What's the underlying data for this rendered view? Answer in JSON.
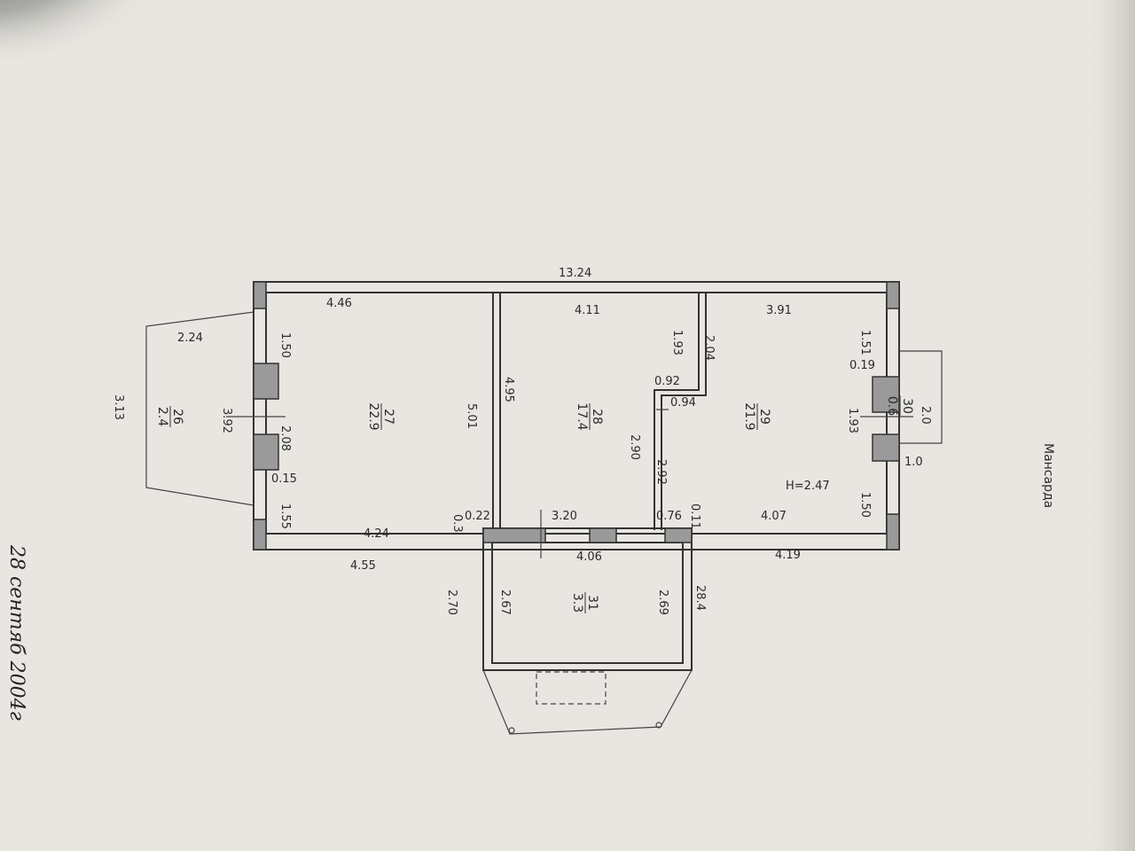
{
  "title": "Мансарда",
  "handwritten_date": "28 сентяб 2004г",
  "ceiling_height": "H=2.47",
  "rooms": [
    {
      "number": "26",
      "area": "2.4"
    },
    {
      "number": "27",
      "area": "22.9"
    },
    {
      "number": "28",
      "area": "17.4"
    },
    {
      "number": "29",
      "area": "21.9"
    },
    {
      "number": "30",
      "area": "0.6"
    },
    {
      "number": "31",
      "area": "3.3"
    }
  ],
  "dimensions": [
    "13.24",
    "4.46",
    "4.11",
    "3.91",
    "1.50",
    "2.24",
    "3.13",
    "3.92",
    "2.08",
    "0.15",
    "1.55",
    "4.24",
    "4.55",
    "0.22",
    "0.3",
    "5.01",
    "4.95",
    "1.93",
    "2.04",
    "0.92",
    "0.94",
    "2.90",
    "2.92",
    "3.20",
    "4.06",
    "0.76",
    "0.11",
    "4.07",
    "4.19",
    "1.51",
    "0.19",
    "1.93",
    "1.50",
    "2.0",
    "1.0",
    "2.70",
    "2.67",
    "2.69",
    "28.4"
  ],
  "colors": {
    "paper": "#e9e6e1",
    "ink": "#2a2a2a",
    "shadow": "#3d4540"
  }
}
